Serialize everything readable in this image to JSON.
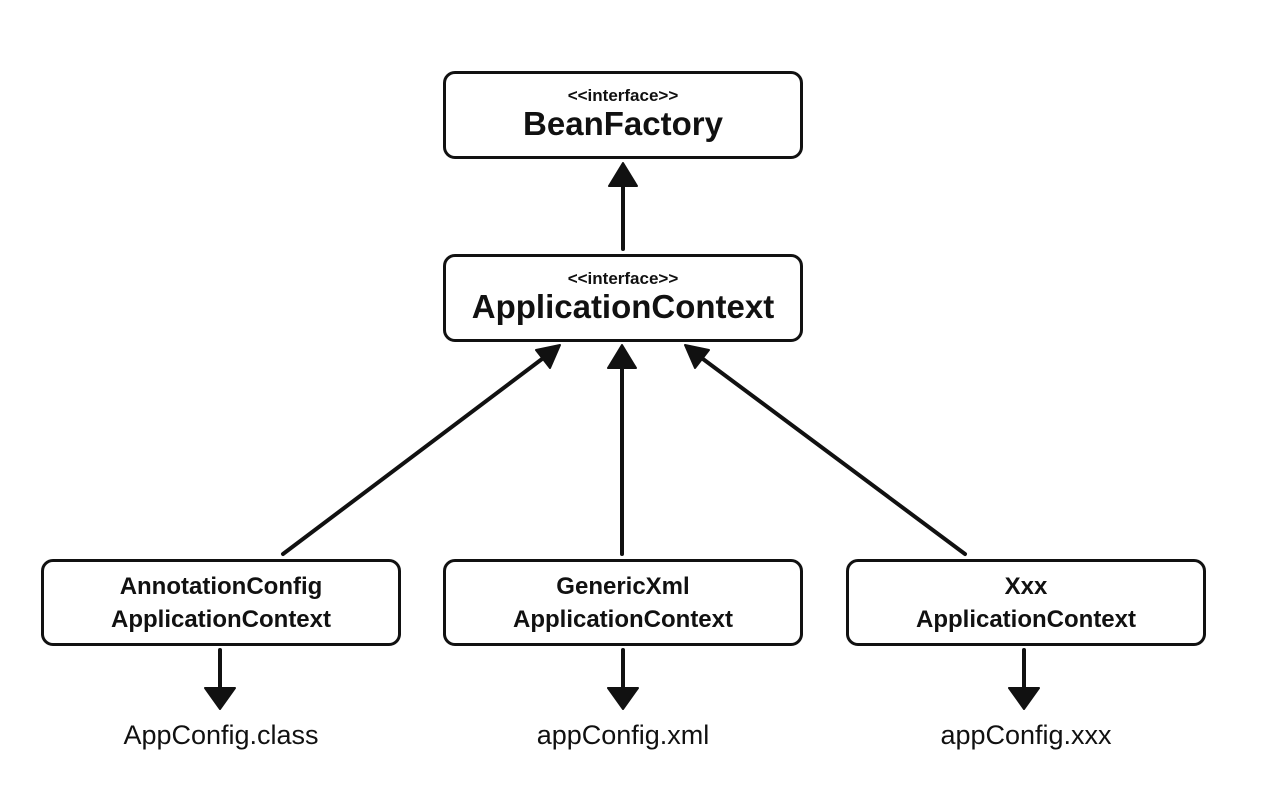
{
  "diagram": {
    "interfaces": [
      {
        "id": "beanfactory",
        "stereotype": "<<interface>>",
        "name": "BeanFactory"
      },
      {
        "id": "applicationcontext",
        "stereotype": "<<interface>>",
        "name": "ApplicationContext"
      }
    ],
    "implementations": [
      {
        "id": "annotation",
        "line1": "AnnotationConfig",
        "line2": "ApplicationContext",
        "config": "AppConfig.class"
      },
      {
        "id": "genericxml",
        "line1": "GenericXml",
        "line2": "ApplicationContext",
        "config": "appConfig.xml"
      },
      {
        "id": "xxx",
        "line1": "Xxx",
        "line2": "ApplicationContext",
        "config": "appConfig.xxx"
      }
    ],
    "edges": [
      {
        "from": "applicationcontext",
        "to": "beanfactory",
        "kind": "extends"
      },
      {
        "from": "annotation",
        "to": "applicationcontext",
        "kind": "implements"
      },
      {
        "from": "genericxml",
        "to": "applicationcontext",
        "kind": "implements"
      },
      {
        "from": "xxx",
        "to": "applicationcontext",
        "kind": "implements"
      },
      {
        "from": "annotation",
        "to": "annotation-config",
        "kind": "uses"
      },
      {
        "from": "genericxml",
        "to": "genericxml-config",
        "kind": "uses"
      },
      {
        "from": "xxx",
        "to": "xxx-config",
        "kind": "uses"
      }
    ],
    "colors": {
      "background": "#ffffff",
      "ink": "#111111"
    }
  }
}
